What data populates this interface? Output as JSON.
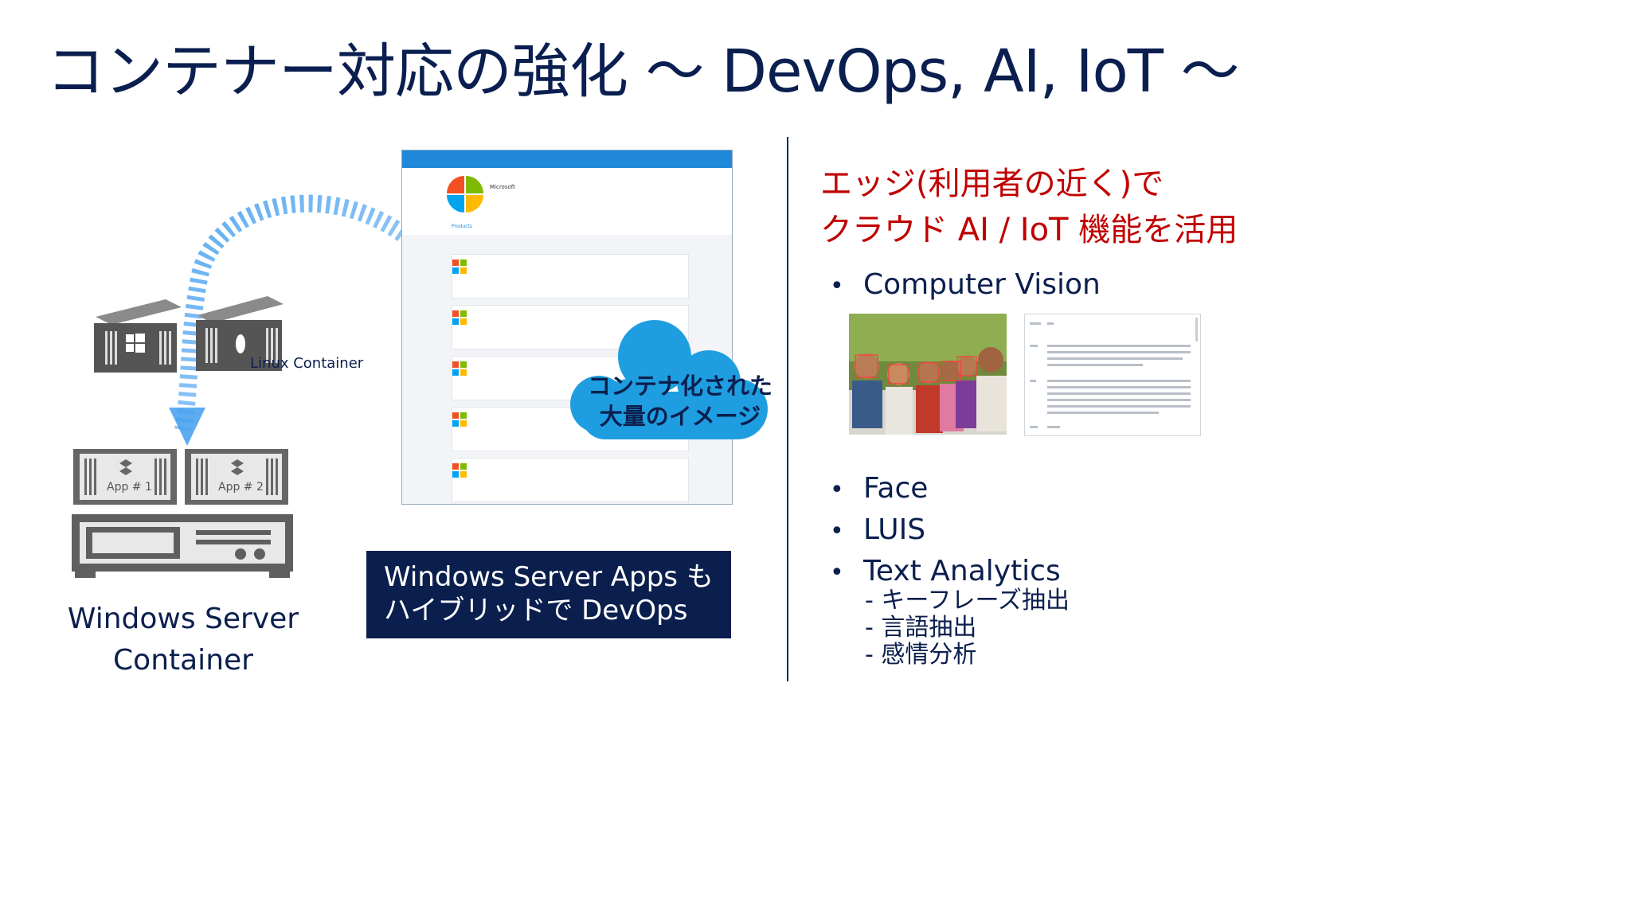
{
  "title": "コンテナー対応の強化 ～ DevOps, AI, IoT ～",
  "left": {
    "linux_container_label": "Linux Container",
    "app1_label": "App # 1",
    "app2_label": "App # 2",
    "windows_server_container_label_line1": "Windows Server",
    "windows_server_container_label_line2": "Container"
  },
  "center": {
    "cloud_text_line1": "コンテナ化された",
    "cloud_text_line2": "大量のイメージ",
    "devops_box_line1": "Windows Server Apps も",
    "devops_box_line2": "ハイブリッドで DevOps",
    "hub": {
      "org_name": "Microsoft",
      "tab_label": "Products"
    }
  },
  "right": {
    "heading_line1": "エッジ(利用者の近く)で",
    "heading_line2": "クラウド AI / IoT 機能を活用",
    "bullets": [
      "Computer Vision",
      "Face",
      "LUIS",
      "Text Analytics"
    ],
    "text_analytics_sub": [
      "- キーフレーズ抽出",
      "- 言語抽出",
      "- 感情分析"
    ]
  },
  "colors": {
    "navy": "#0b1f4e",
    "red": "#c00000",
    "cloud_blue": "#1e9ee0",
    "hub_blue": "#1f88d9"
  }
}
